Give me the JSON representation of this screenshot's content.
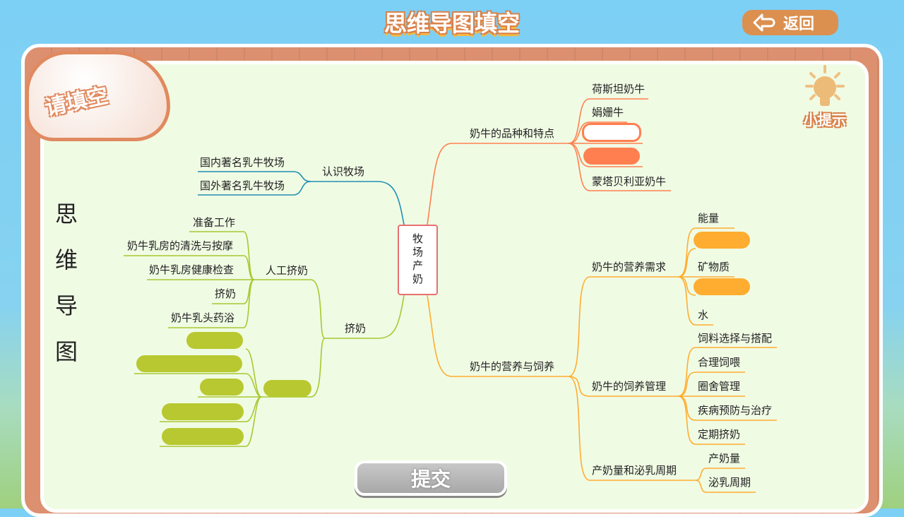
{
  "header": {
    "title": "思维导图填空",
    "back_label": "返回"
  },
  "badge": "请填空",
  "hint_label": "小提示",
  "side_title": [
    "思",
    "维",
    "导",
    "图"
  ],
  "root": "牧场产奶",
  "right": {
    "breeds": {
      "label": "奶牛的品种和特点",
      "items": [
        "荷斯坦奶牛",
        "娟姗牛",
        "蒙塔贝利亚奶牛"
      ]
    },
    "nutrition": {
      "label": "奶牛的营养与饲养",
      "needs": {
        "label": "奶牛的营养需求",
        "items": [
          "能量",
          "矿物质",
          "水"
        ]
      },
      "feeding": {
        "label": "奶牛的饲养管理",
        "items": [
          "饲料选择与搭配",
          "合理饲喂",
          "圈舍管理",
          "疾病预防与治疗",
          "定期挤奶"
        ]
      },
      "cycle": {
        "label": "产奶量和泌乳周期",
        "items": [
          "产奶量",
          "泌乳周期"
        ]
      }
    }
  },
  "left": {
    "ranch": {
      "label": "认识牧场",
      "items": [
        "国内著名乳牛牧场",
        "国外著名乳牛牧场"
      ]
    },
    "milking": {
      "label": "挤奶",
      "manual": {
        "label": "人工挤奶",
        "items": [
          "准备工作",
          "奶牛乳房的清洗与按摩",
          "奶牛乳房健康检查",
          "挤奶",
          "奶牛乳头药浴"
        ]
      }
    }
  },
  "submit_label": "提交"
}
